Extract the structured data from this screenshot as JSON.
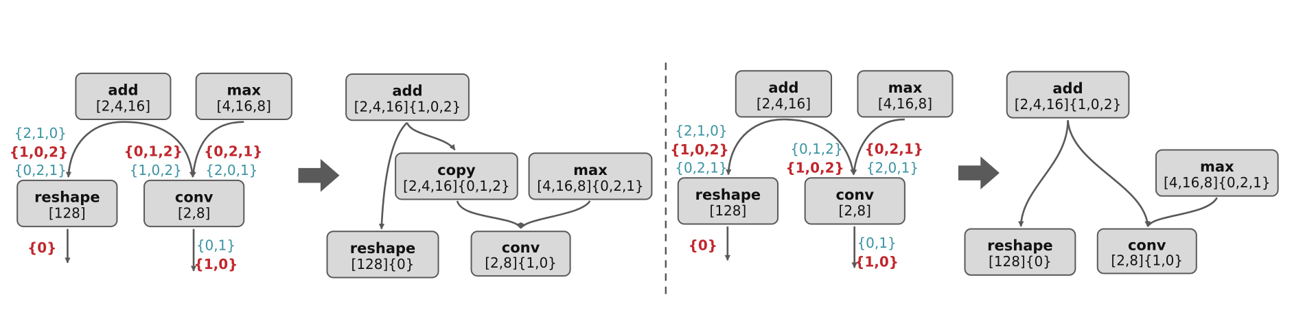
{
  "panels": [
    {
      "id": "p1",
      "nodes": [
        {
          "id": "add",
          "op": "add",
          "shape": "[2,4,16]"
        },
        {
          "id": "max",
          "op": "max",
          "shape": "[4,16,8]"
        },
        {
          "id": "reshape",
          "op": "reshape",
          "shape": "[128]"
        },
        {
          "id": "conv",
          "op": "conv",
          "shape": "[2,8]"
        }
      ],
      "annotations": [
        {
          "id": "a1",
          "text": "{2,1,0}",
          "style": "teal"
        },
        {
          "id": "a2",
          "text": "{1,0,2}",
          "style": "red"
        },
        {
          "id": "a3",
          "text": "{0,2,1}",
          "style": "teal"
        },
        {
          "id": "a4",
          "text": "{0,1,2}",
          "style": "red"
        },
        {
          "id": "a5",
          "text": "{1,0,2}",
          "style": "teal"
        },
        {
          "id": "a6",
          "text": "{0,2,1}",
          "style": "red"
        },
        {
          "id": "a7",
          "text": "{2,0,1}",
          "style": "teal"
        },
        {
          "id": "a8",
          "text": "{0}",
          "style": "red"
        },
        {
          "id": "a9",
          "text": "{0,1}",
          "style": "teal"
        },
        {
          "id": "a10",
          "text": "{1,0}",
          "style": "red"
        }
      ]
    },
    {
      "id": "p2",
      "nodes": [
        {
          "id": "add",
          "op": "add",
          "shape": "[2,4,16]{1,0,2}"
        },
        {
          "id": "copy",
          "op": "copy",
          "shape": "[2,4,16]{0,1,2}"
        },
        {
          "id": "max",
          "op": "max",
          "shape": "[4,16,8]{0,2,1}"
        },
        {
          "id": "reshape",
          "op": "reshape",
          "shape": "[128]{0}"
        },
        {
          "id": "conv",
          "op": "conv",
          "shape": "[2,8]{1,0}"
        }
      ],
      "annotations": []
    },
    {
      "id": "p3",
      "nodes": [
        {
          "id": "add",
          "op": "add",
          "shape": "[2,4,16]"
        },
        {
          "id": "max",
          "op": "max",
          "shape": "[4,16,8]"
        },
        {
          "id": "reshape",
          "op": "reshape",
          "shape": "[128]"
        },
        {
          "id": "conv",
          "op": "conv",
          "shape": "[2,8]"
        }
      ],
      "annotations": [
        {
          "id": "a1",
          "text": "{2,1,0}",
          "style": "teal"
        },
        {
          "id": "a2",
          "text": "{1,0,2}",
          "style": "red"
        },
        {
          "id": "a3",
          "text": "{0,2,1}",
          "style": "teal"
        },
        {
          "id": "a4",
          "text": "{0,1,2}",
          "style": "teal"
        },
        {
          "id": "a5",
          "text": "{1,0,2}",
          "style": "red"
        },
        {
          "id": "a6",
          "text": "{0,2,1}",
          "style": "red"
        },
        {
          "id": "a7",
          "text": "{2,0,1}",
          "style": "teal"
        },
        {
          "id": "a8",
          "text": "{0}",
          "style": "red"
        },
        {
          "id": "a9",
          "text": "{0,1}",
          "style": "teal"
        },
        {
          "id": "a10",
          "text": "{1,0}",
          "style": "red"
        }
      ]
    },
    {
      "id": "p4",
      "nodes": [
        {
          "id": "add",
          "op": "add",
          "shape": "[2,4,16]{1,0,2}"
        },
        {
          "id": "max",
          "op": "max",
          "shape": "[4,16,8]{0,2,1}"
        },
        {
          "id": "reshape",
          "op": "reshape",
          "shape": "[128]{0}"
        },
        {
          "id": "conv",
          "op": "conv",
          "shape": "[2,8]{1,0}"
        }
      ],
      "annotations": []
    }
  ],
  "colors": {
    "teal": "#3a93a3",
    "red": "#c0272d",
    "node_fill": "#d9d9d9",
    "stroke": "#595959"
  }
}
